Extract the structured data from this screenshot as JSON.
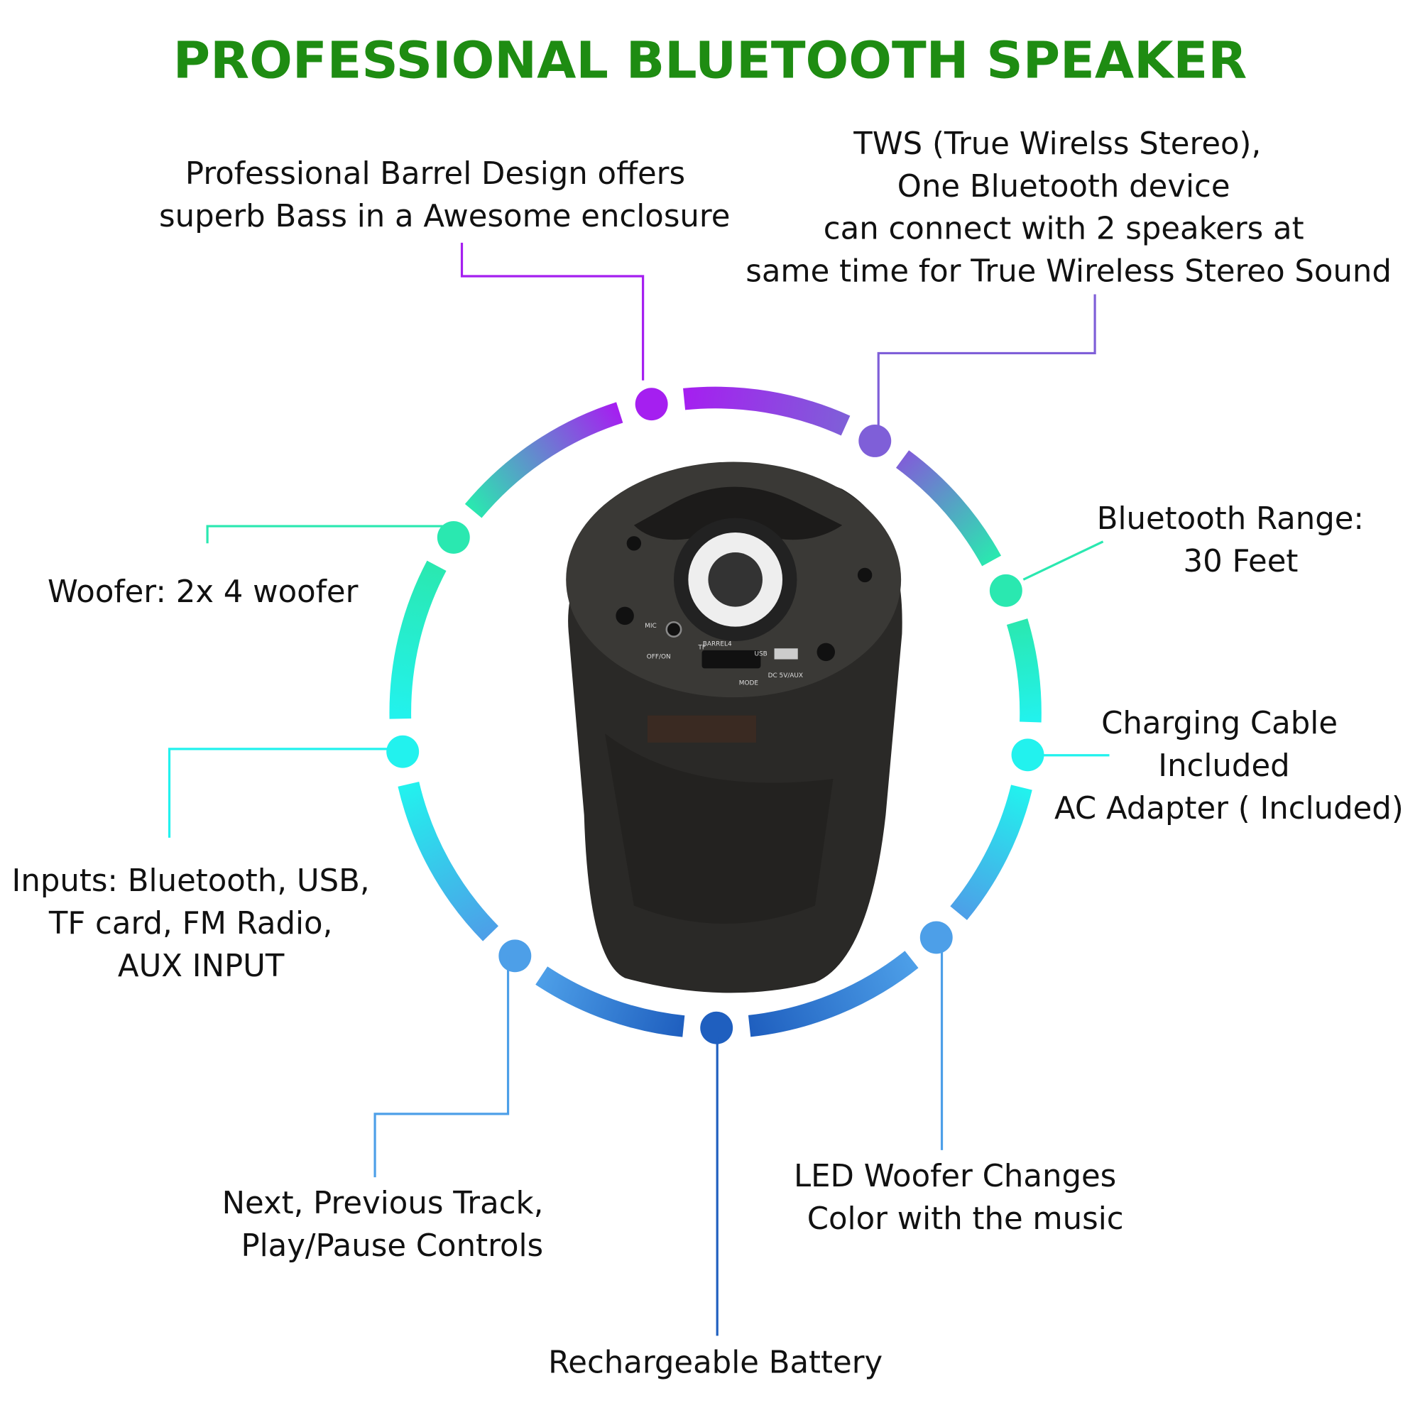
{
  "title": "PROFESSIONAL BLUETOOTH SPEAKER",
  "features": {
    "barrel": [
      "Professional Barrel Design offers",
      "superb Bass in a Awesome enclosure"
    ],
    "tws": [
      "TWS (True Wirelss Stereo),",
      "One Bluetooth device",
      "can connect with 2 speakers at",
      "same time for True Wireless Stereo Sound"
    ],
    "range": [
      "Bluetooth Range:",
      "30 Feet"
    ],
    "charging": [
      "Charging Cable",
      "Included",
      "AC Adapter ( Included)"
    ],
    "led": [
      "LED Woofer Changes",
      "Color with the music"
    ],
    "battery": [
      "Rechargeable Battery"
    ],
    "controls": [
      "Next, Previous Track,",
      "Play/Pause Controls"
    ],
    "inputs": [
      "Inputs: Bluetooth, USB,",
      "TF  card, FM Radio,",
      "AUX INPUT"
    ],
    "woofer": [
      "Woofer: 2x 4 woofer"
    ]
  },
  "product_markings": {
    "brand": "BARREL4",
    "mic": "MIC",
    "usb": "USB",
    "mode": "MODE",
    "tf": "TF",
    "onoff": "OFF/ON",
    "dc": "DC 5V/AUX"
  },
  "colors": {
    "title": "#1e8c12",
    "purple": "#a51ff0",
    "violet": "#7f5fd8",
    "cyan": "#22f2ee",
    "mint": "#2ae8b0",
    "blue": "#1f5fbf",
    "sky": "#4d9fe8"
  }
}
